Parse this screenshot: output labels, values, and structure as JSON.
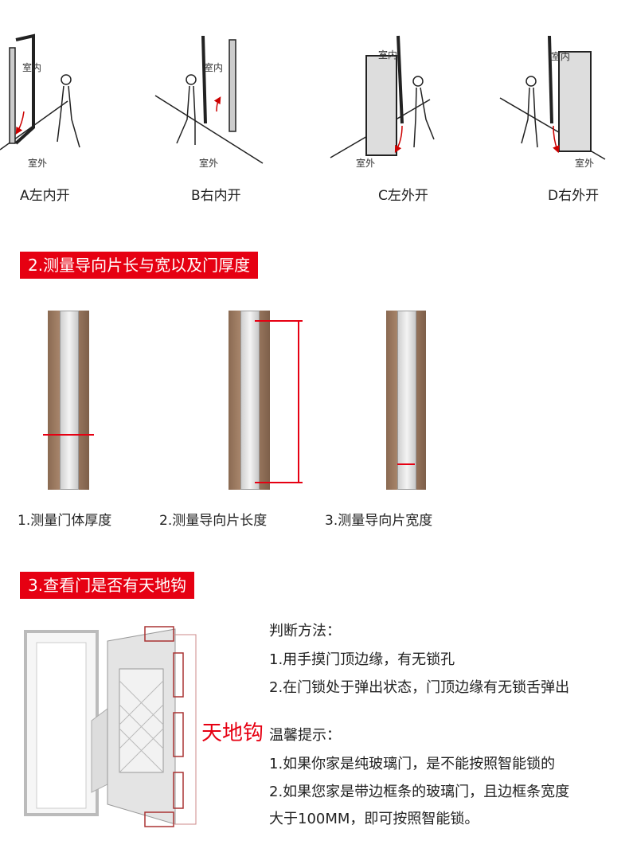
{
  "section1": {
    "diagrams": [
      {
        "inside_label": "室内",
        "outside_label": "室外",
        "caption": "A左内开"
      },
      {
        "inside_label": "室内",
        "outside_label": "室外",
        "caption": "B右内开"
      },
      {
        "inside_label": "室内",
        "outside_label": "室外",
        "caption": "C左外开"
      },
      {
        "inside_label": "室内",
        "outside_label": "室外",
        "caption": "D右外开"
      }
    ]
  },
  "section2": {
    "title": "2.测量导向片长与宽以及门厚度",
    "captions": [
      "1.测量门体厚度",
      "2.测量导向片长度",
      "3.测量导向片宽度"
    ]
  },
  "section3": {
    "title": "3.查看门是否有天地钩",
    "hook_label": "天地钩",
    "method_title": "判断方法：",
    "methods": [
      "1.用手摸门顶边缘，有无锁孔",
      "2.在门锁处于弹出状态，门顶边缘有无锁舌弹出"
    ],
    "tips_title": "温馨提示：",
    "tips": [
      "1.如果你家是纯玻璃门，是不能按照智能锁的",
      "2.如果您家是带边框条的玻璃门，且边框条宽度",
      "大于100MM，即可按照智能锁。"
    ]
  },
  "colors": {
    "accent": "#e60012"
  }
}
